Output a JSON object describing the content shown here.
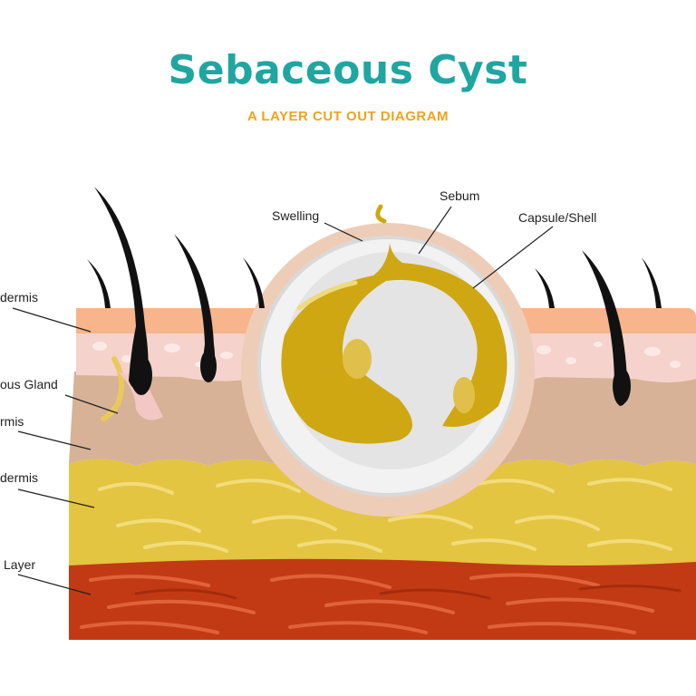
{
  "header": {
    "title": "Sebaceous Cyst",
    "subtitle": "A LAYER CUT OUT DIAGRAM"
  },
  "labels": {
    "swelling": "Swelling",
    "sebum": "Sebum",
    "capsule": "Capsule/Shell",
    "epidermis": "dermis",
    "gland": "ous Gland",
    "dermis": "rmis",
    "hypodermis": "dermis",
    "muscle": "Layer"
  },
  "colors": {
    "title": "#1fa6a0",
    "subtitle": "#f0a21e",
    "epidermis": "#f8b48a",
    "dermis_upper": "#f5d2cc",
    "dermis": "#d7b296",
    "fat": "#e3c542",
    "muscle": "#c23a14",
    "sebum": "#cfa712",
    "capsule": "#f2f2f2",
    "hair": "#111111"
  }
}
